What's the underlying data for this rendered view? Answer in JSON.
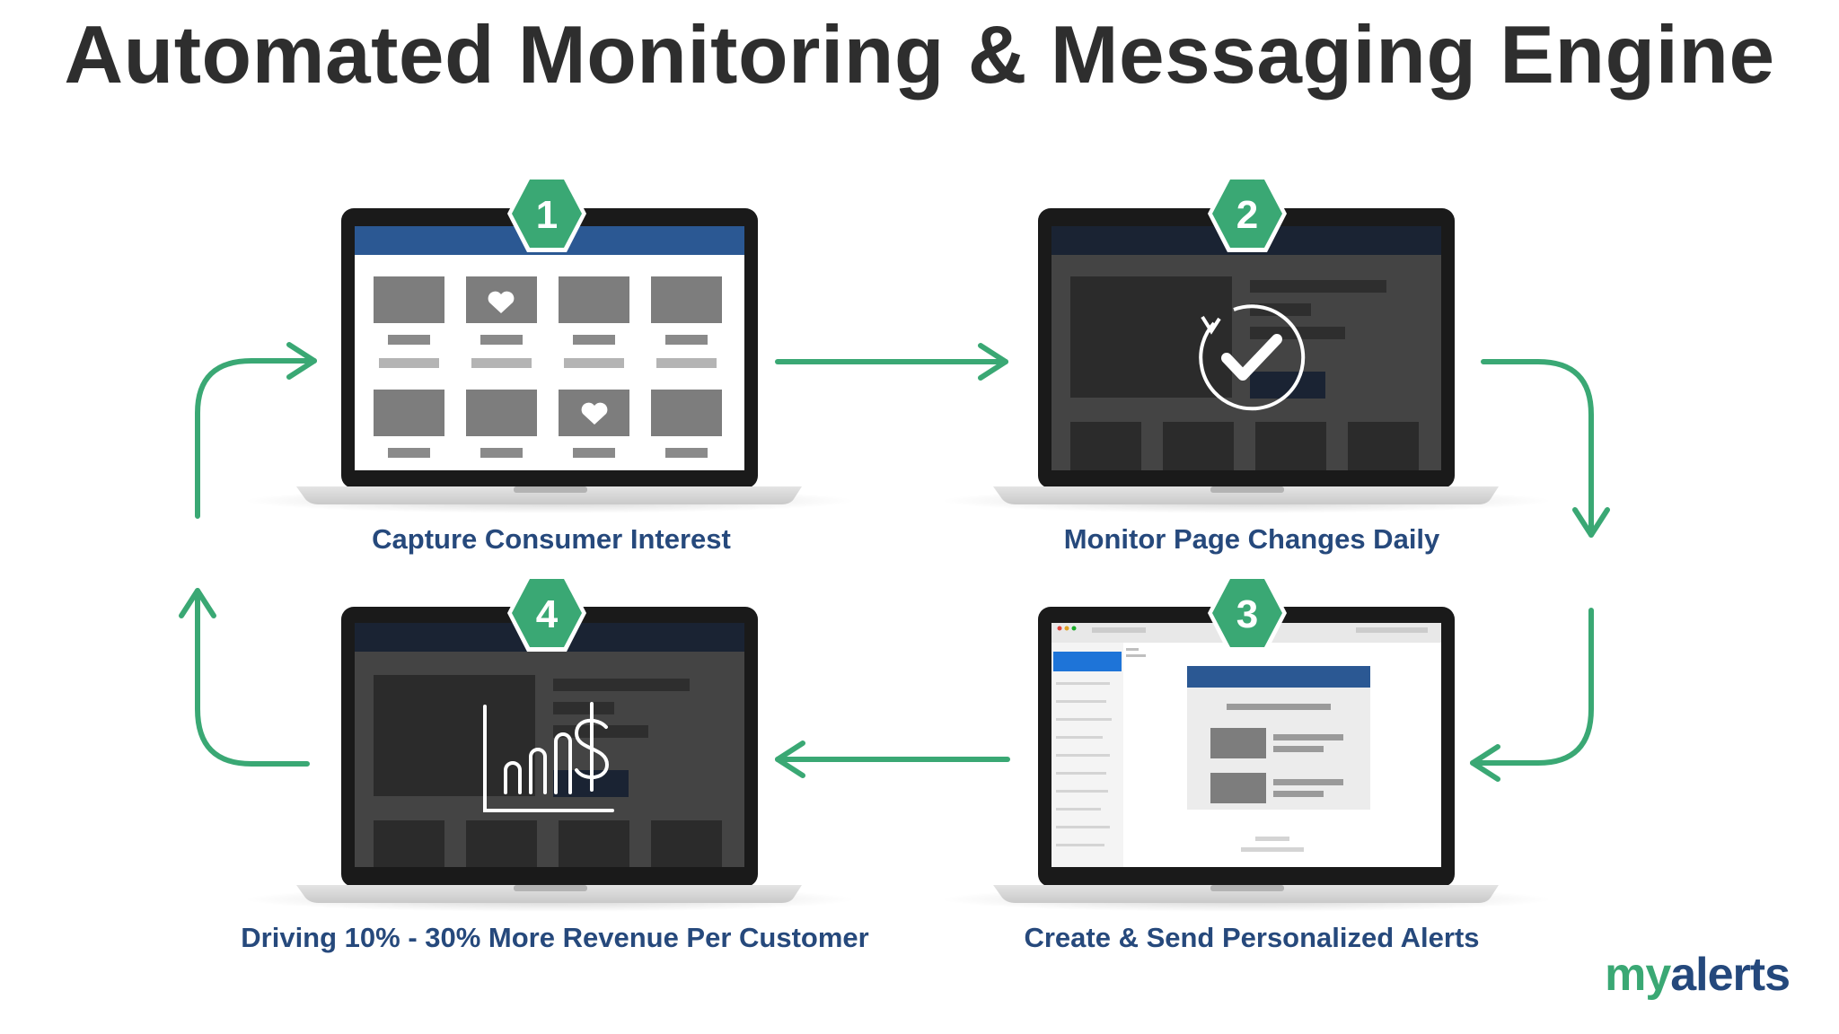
{
  "title": "Automated Monitoring & Messaging Engine",
  "steps": [
    {
      "number": "1",
      "caption": "Capture Consumer Interest"
    },
    {
      "number": "2",
      "caption": "Monitor Page Changes Daily"
    },
    {
      "number": "3",
      "caption": "Create & Send Personalized Alerts"
    },
    {
      "number": "4",
      "caption": "Driving 10% - 30% More Revenue Per Customer"
    }
  ],
  "logo": {
    "prefix": "my",
    "suffix": "alerts"
  },
  "colors": {
    "accent_green": "#3aa874",
    "caption_blue": "#26497c",
    "header_blue": "#2b5893",
    "title": "#2e2e2e"
  }
}
